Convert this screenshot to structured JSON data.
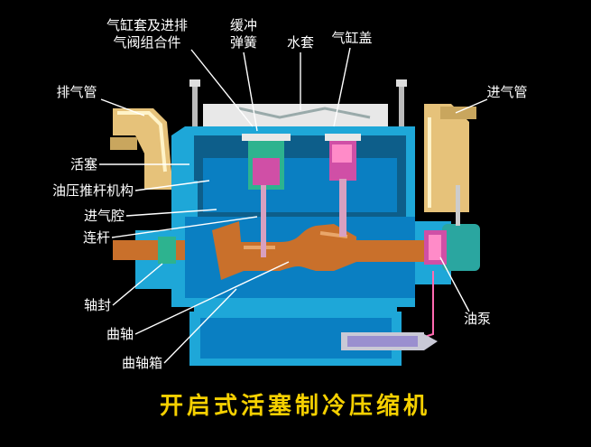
{
  "title": "开启式活塞制冷压缩机",
  "labels": {
    "cylinder_valve_1": "气缸套及进排",
    "cylinder_valve_2": "气阀组合件",
    "buffer_spring_1": "缓冲",
    "buffer_spring_2": "弹簧",
    "water_jacket": "水套",
    "cylinder_head": "气缸盖",
    "exhaust_pipe": "排气管",
    "intake_pipe": "进气管",
    "piston": "活塞",
    "oil_push_rod": "油压推杆机构",
    "intake_chamber": "进气腔",
    "connecting_rod": "连杆",
    "shaft_seal": "轴封",
    "crankshaft": "曲轴",
    "crankcase": "曲轴箱",
    "oil_pump": "油泵"
  },
  "colors": {
    "background": "#000000",
    "casing": "#1ea7d8",
    "casing_dark": "#0d5e8a",
    "chamber": "#0a7fc2",
    "shaft": "#c9702b",
    "piston": "#d04fa6",
    "piston_green": "#2db38f",
    "pipe": "#e6c27a",
    "title": "#f5d000"
  }
}
